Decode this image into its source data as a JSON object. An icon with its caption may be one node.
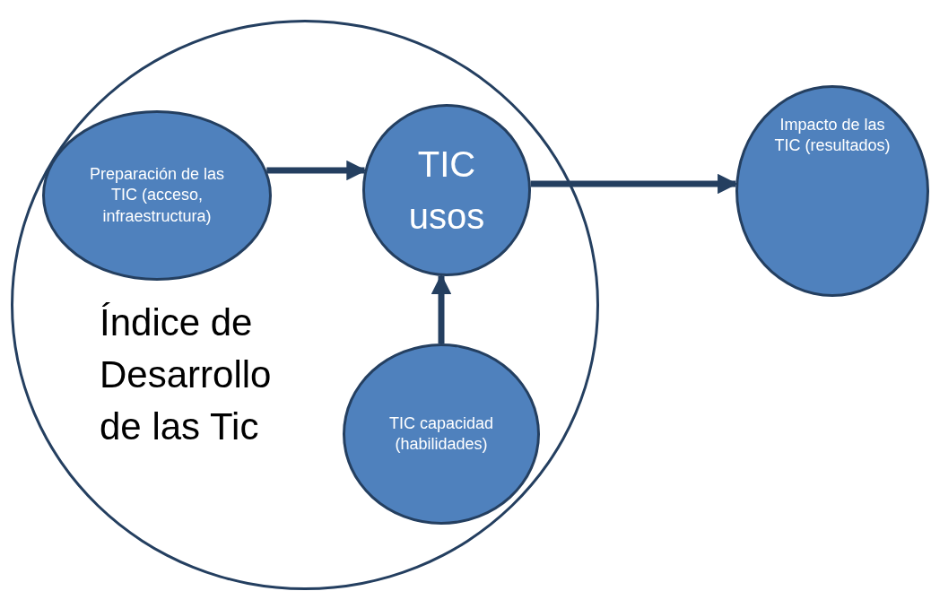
{
  "diagram": {
    "nodes": [
      {
        "text": [
          "Índice de Desarrollo de las Tic"
        ]
      },
      {
        "text": [
          "Preparación de las TIC (acceso, infraestructura)"
        ],
        "in": 0
      },
      {
        "text": [
          "TIC usos"
        ],
        "in": 0
      },
      {
        "text": [
          "TIC capacidad (habilidades)"
        ],
        "in": 0
      },
      {
        "text": [
          "Impacto de las TIC (resultados)"
        ]
      }
    ],
    "edges": [
      {
        "from": 1,
        "to": 2,
        "arrow": "to"
      },
      {
        "from": 2,
        "to": 4,
        "arrow": "to"
      },
      {
        "from": 3,
        "to": 2,
        "arrow": "to"
      }
    ]
  }
}
